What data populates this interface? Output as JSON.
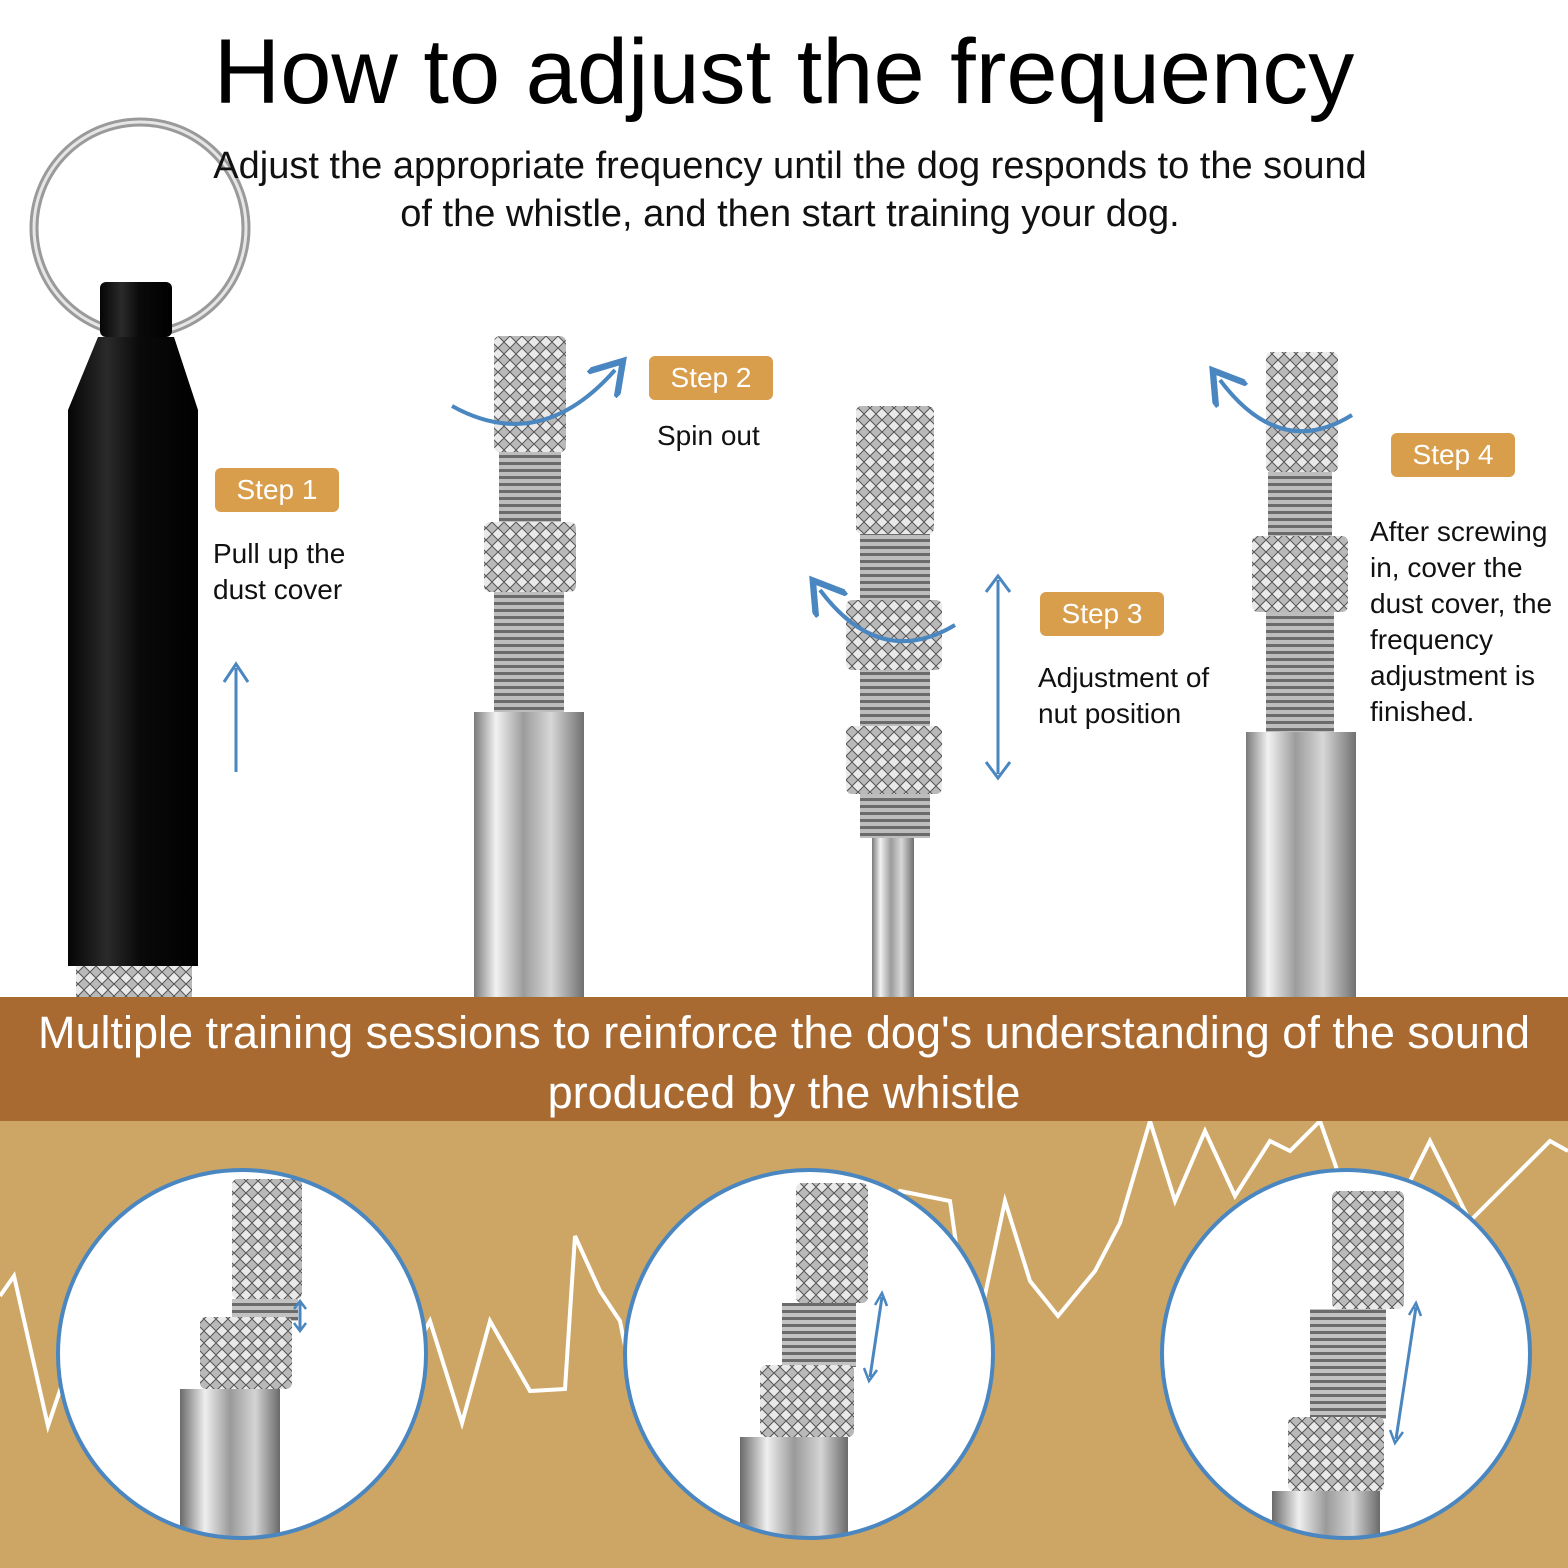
{
  "title": "How to adjust the frequency",
  "subtitle": "Adjust the appropriate frequency until the dog responds to the sound of the whistle, and then start training your dog.",
  "steps": [
    {
      "badge": "Step 1",
      "text": "Pull up the dust cover"
    },
    {
      "badge": "Step 2",
      "text": "Spin out"
    },
    {
      "badge": "Step 3",
      "text": "Adjustment of nut position"
    },
    {
      "badge": "Step 4",
      "text": "After screwing in, cover the dust cover, the frequency adjustment is finished."
    }
  ],
  "banner": "Multiple training sessions to reinforce the dog's understanding of the sound produced by the whistle",
  "colors": {
    "badge": "#d89e4c",
    "banner": "#a86a30",
    "lower_background": "#cda564",
    "arrow": "#4a86c0",
    "circle_border": "#4a86c0",
    "whistle_body": "#0d0d0d"
  },
  "icons": [
    "key-ring-icon",
    "up-arrow-icon",
    "rotate-arrow-icon",
    "double-arrow-icon",
    "waveform-icon"
  ]
}
